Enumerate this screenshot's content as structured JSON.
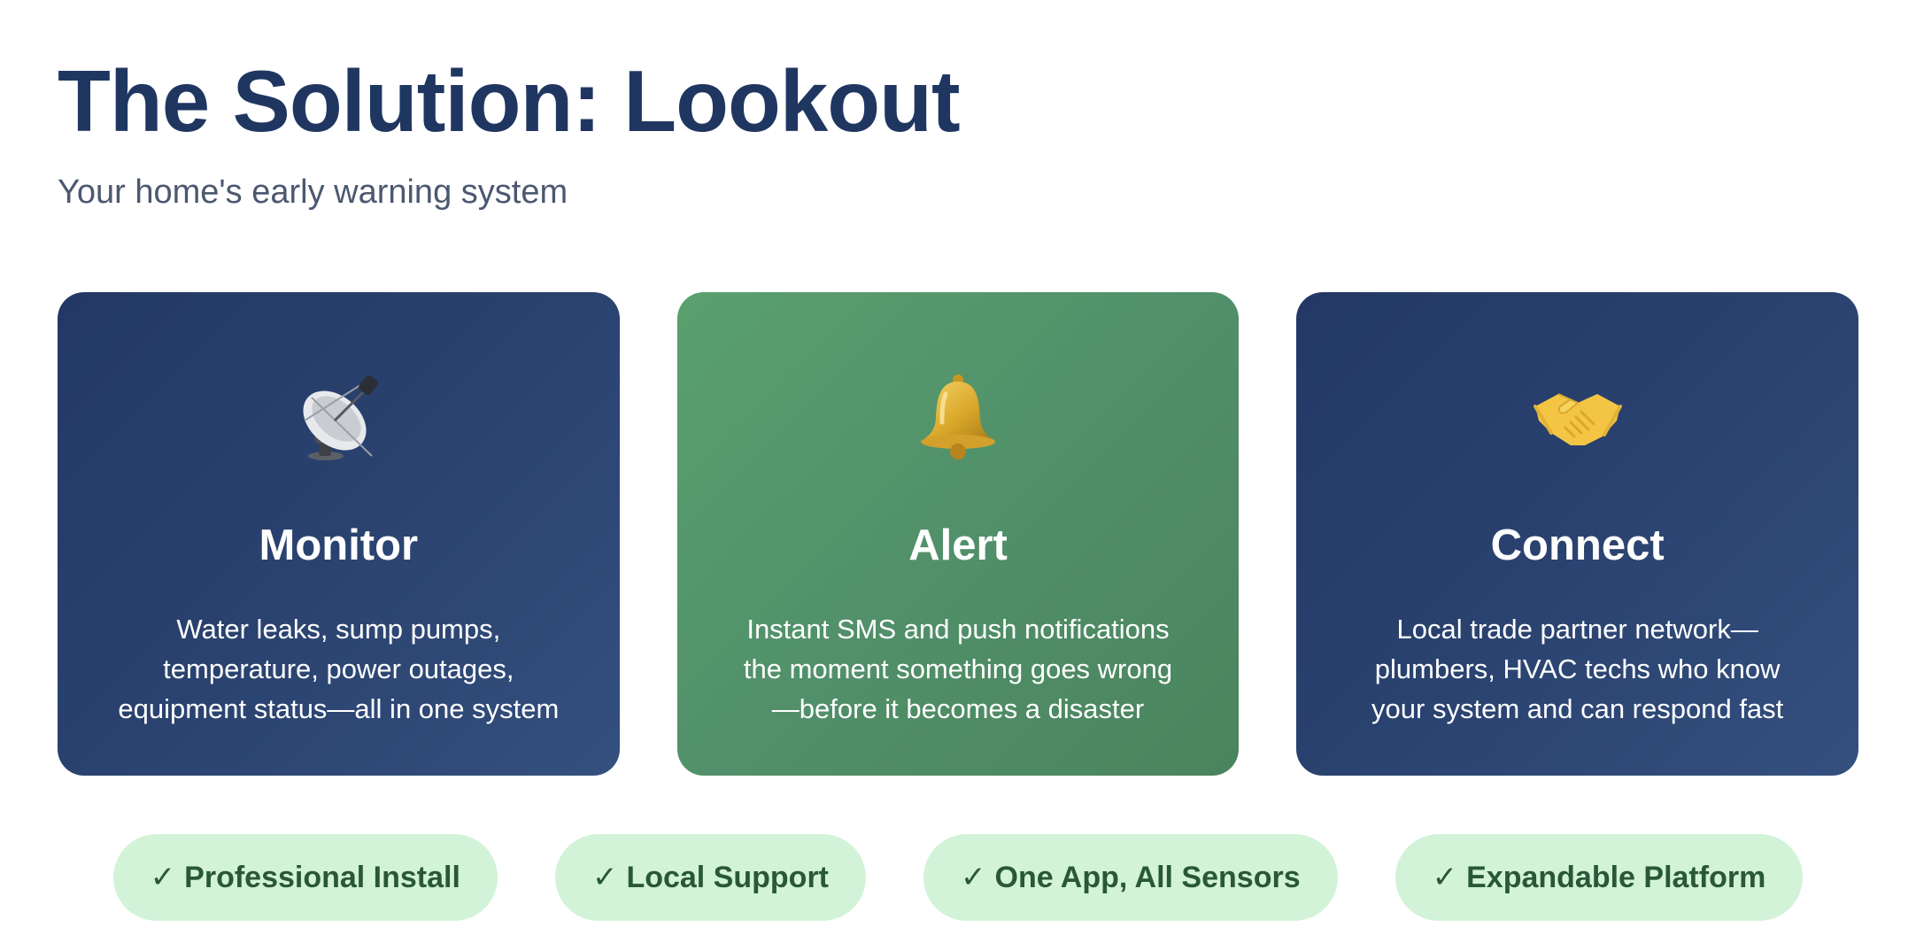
{
  "header": {
    "title": "The Solution: Lookout",
    "subtitle": "Your home's early warning system"
  },
  "cards": [
    {
      "icon": "satellite-dish-icon",
      "title": "Monitor",
      "description": "Water leaks, sump pumps, temperature, power outages, equipment status—all in one system",
      "color": "#2a426f"
    },
    {
      "icon": "bell-icon",
      "title": "Alert",
      "description": "Instant SMS and push notifications the moment something goes wrong —before it becomes a disaster",
      "color": "#52946a"
    },
    {
      "icon": "handshake-icon",
      "title": "Connect",
      "description": "Local trade partner network— plumbers, HVAC techs who know your system and can respond fast",
      "color": "#2a426f"
    }
  ],
  "features": {
    "check_symbol": "✓",
    "items": [
      "Professional Install",
      "Local Support",
      "One App, All Sensors",
      "Expandable Platform"
    ]
  },
  "colors": {
    "title": "#1f3760",
    "subtitle": "#4c5870",
    "pill_bg": "#d2f3d8",
    "pill_text": "#295838"
  }
}
